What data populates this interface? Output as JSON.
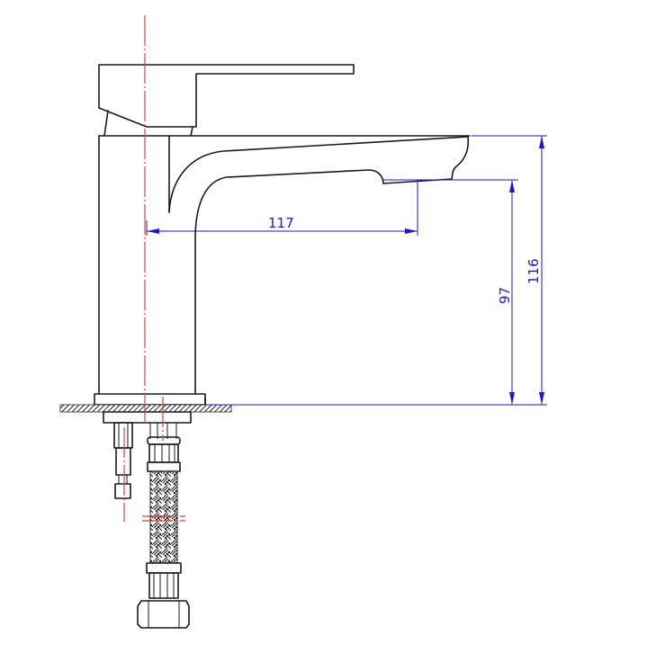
{
  "drawing": {
    "subject": "Basin mixer tap side elevation",
    "line_color": "#1a1a1a",
    "centerline_color": "#d04545",
    "dimension_color": "#1a1acc"
  },
  "dimensions": {
    "spout_reach": {
      "label": "117",
      "orientation": "horizontal"
    },
    "spout_outlet_height": {
      "label": "97",
      "orientation": "vertical"
    },
    "overall_spout_height": {
      "label": "116",
      "orientation": "vertical"
    }
  }
}
